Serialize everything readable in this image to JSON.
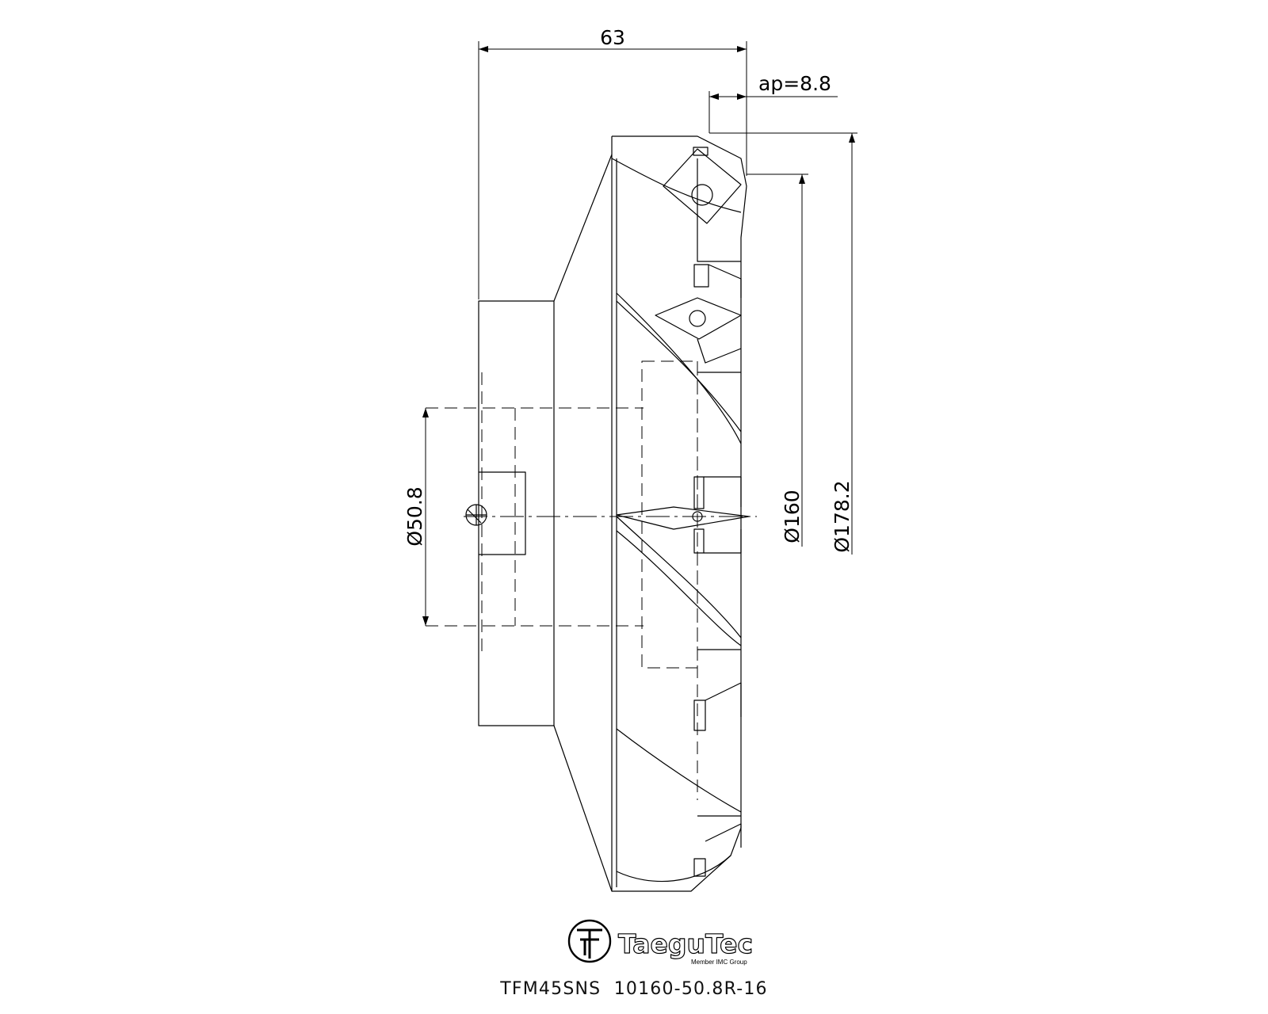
{
  "dimensions": {
    "overall_length": "63",
    "ap": "ap=8.8",
    "bore_diameter": "Ø50.8",
    "cutting_diameter": "Ø160",
    "max_diameter": "Ø178.2"
  },
  "logo": {
    "brand": "TaeguTec",
    "tagline": "Member IMC Group"
  },
  "model_code": "TFM45SNS  10160-50.8R-16"
}
